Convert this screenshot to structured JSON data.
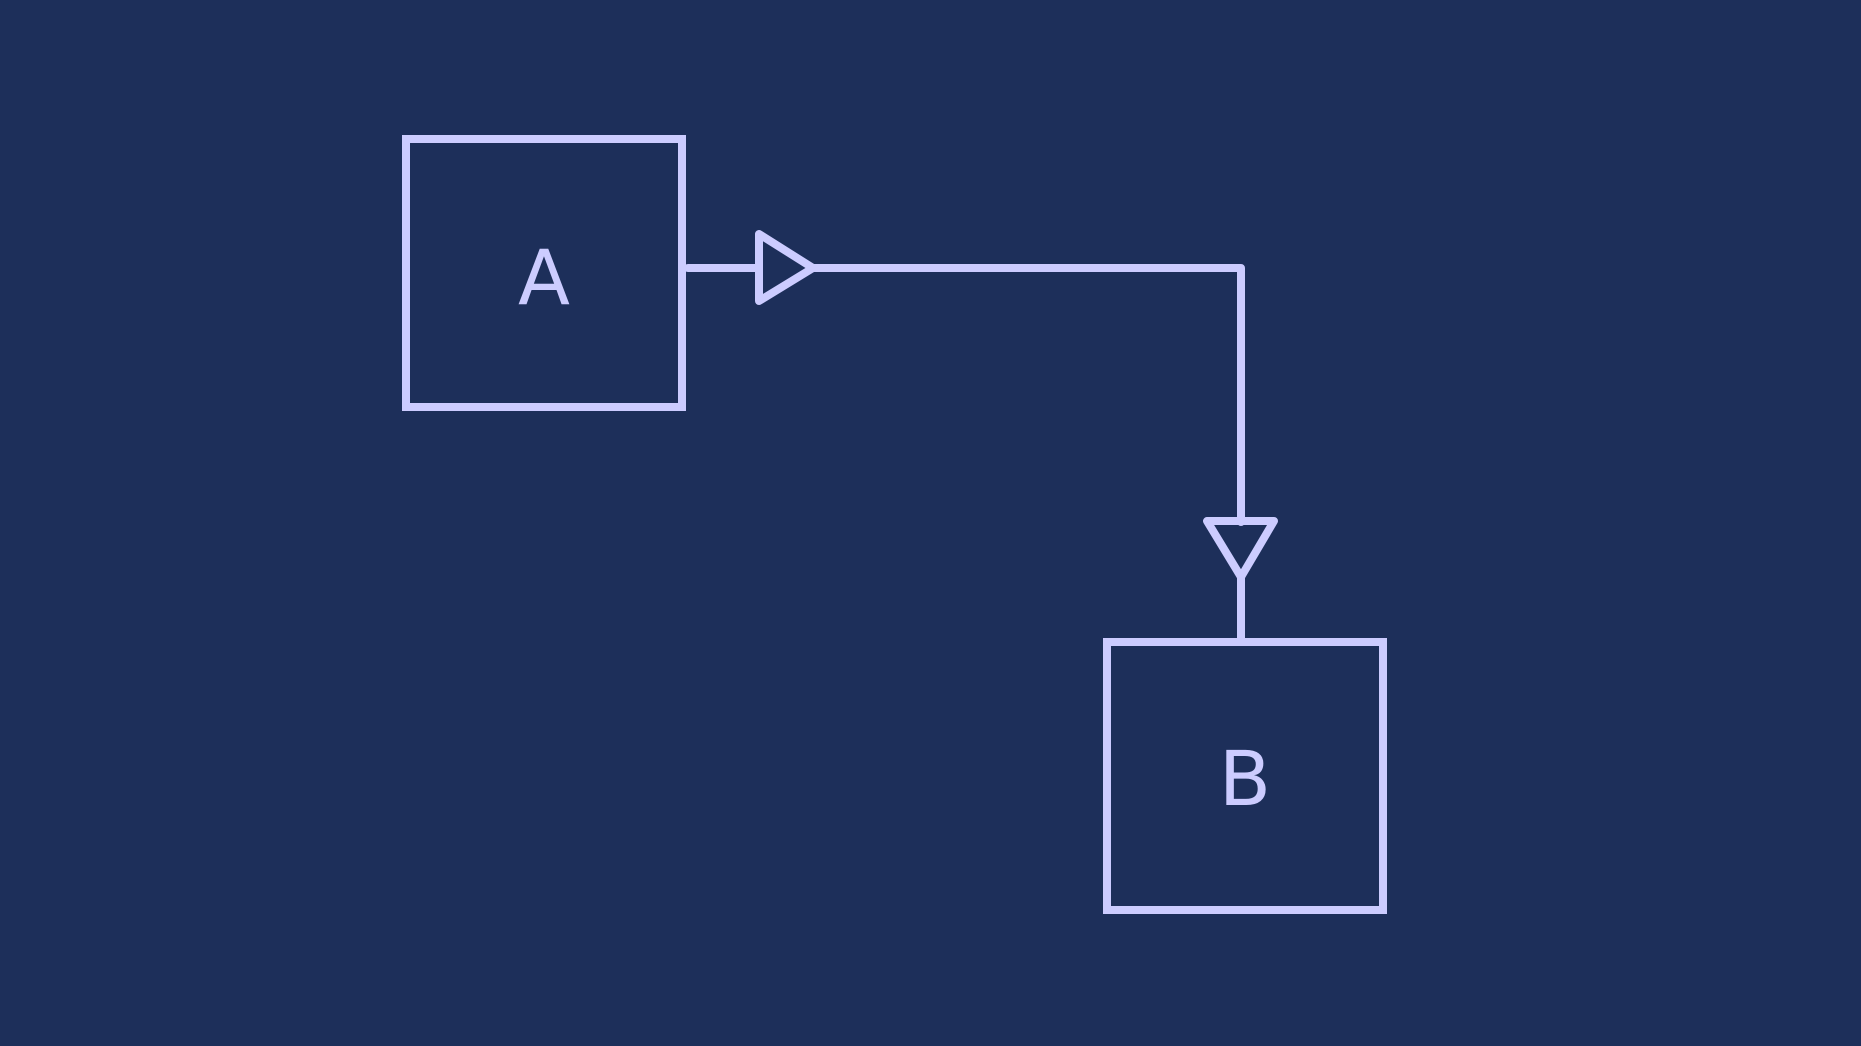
{
  "diagram": {
    "nodes": [
      {
        "id": "A",
        "label": "A"
      },
      {
        "id": "B",
        "label": "B"
      }
    ],
    "edges": [
      {
        "from": "A",
        "to": "B",
        "arrowhead": "hollow-triangle"
      }
    ],
    "colors": {
      "background": "#1d2f5a",
      "stroke": "#ccccff"
    }
  }
}
